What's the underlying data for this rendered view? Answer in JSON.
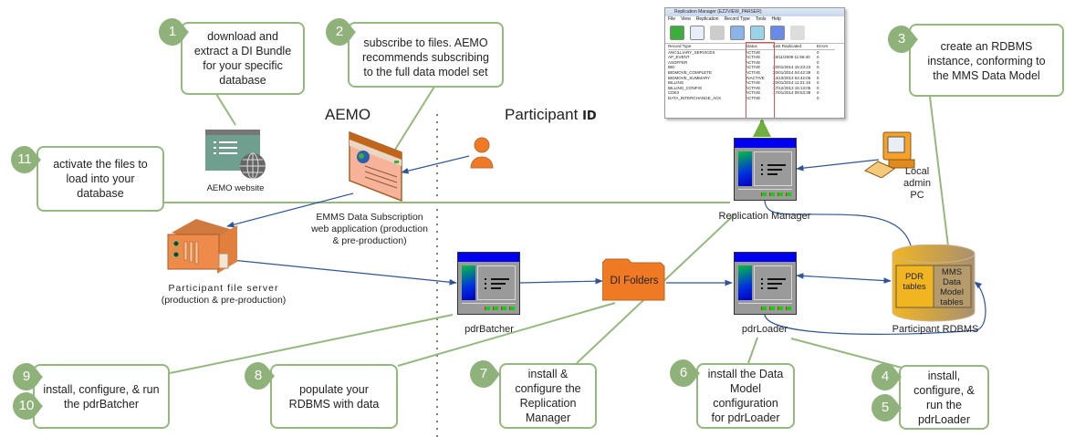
{
  "diagram": {
    "title": "AEMO Data Interchange setup overview",
    "zones": {
      "left": "AEMO",
      "right_prefix": "Participant",
      "right_suffix": "ID"
    },
    "colors": {
      "callout_border": "#95b87e",
      "badge": "#8fb17a",
      "connector_blue": "#2f5597",
      "connector_green": "#95b87e",
      "folder_orange": "#f07a24",
      "app_titlebar": "#0000f0"
    },
    "callouts": [
      {
        "id": "1",
        "badges": [
          "1"
        ],
        "text": "download and extract a DI Bundle for your specific database"
      },
      {
        "id": "2",
        "badges": [
          "2"
        ],
        "text": "subscribe to files. AEMO recommends subscribing to the full data model set"
      },
      {
        "id": "3",
        "badges": [
          "3"
        ],
        "text": "create an RDBMS instance, conforming to the MMS Data Model"
      },
      {
        "id": "4",
        "badges": [
          "4",
          "5"
        ],
        "text": "install, configure, & run the pdrLoader"
      },
      {
        "id": "6",
        "badges": [
          "6"
        ],
        "text": "install the Data Model configuration for pdrLoader"
      },
      {
        "id": "7",
        "badges": [
          "7"
        ],
        "text": "install & configure the Replication Manager"
      },
      {
        "id": "8",
        "badges": [
          "8"
        ],
        "text": "populate your RDBMS with data"
      },
      {
        "id": "9",
        "badges": [
          "9",
          "10"
        ],
        "text": "install, configure, & run the pdrBatcher"
      },
      {
        "id": "11",
        "badges": [
          "11"
        ],
        "text": "activate the files to load into your database"
      }
    ],
    "nodes": {
      "aemo_website": "AEMO website",
      "emms_webapp": "EMMS Data Subscription web application (production & pre-production)",
      "file_server_name": "Participant file server",
      "file_server_env": "(production & pre-production)",
      "pdr_batcher": "pdrBatcher",
      "di_folders": "DI Folders",
      "replication_manager": "Replication Manager",
      "pdr_loader": "pdrLoader",
      "local_admin_pc": "Local admin PC",
      "rdbms": "Participant RDBMS",
      "rdbms_pdr_tables": "PDR tables",
      "rdbms_mms_tables": "MMS Data Model tables"
    },
    "screenshot": {
      "window_title": "Replication Manager (EZ2VIEW_PARSER)",
      "menu": [
        "File",
        "View",
        "Replication",
        "Record Type",
        "Tools",
        "Help"
      ],
      "columns": [
        "Record Type",
        "Status",
        "Last Replicated",
        "Errors"
      ],
      "rows": [
        [
          "ANCILLIARY_SERVICES",
          "ACTIVE",
          "",
          "0"
        ],
        [
          "AP_EVENT",
          "ACTIVE",
          "18/11/2009 11:56:40",
          "0"
        ],
        [
          "ASOFFER",
          "ACTIVE",
          "",
          "0"
        ],
        [
          "BID",
          "ACTIVE",
          "20/01/2014 15:23:23",
          "0"
        ],
        [
          "BIDMOVE_COMPLETE",
          "ACTIVE",
          "20/01/2014 04:42:39",
          "0"
        ],
        [
          "BIDMOVE_SUMMARY",
          "INACTIVE",
          "14/10/2013 04:42:06",
          "0"
        ],
        [
          "BILLING",
          "ACTIVE",
          "20/01/2014 11:21:19",
          "0"
        ],
        [
          "BILLING_CONFIG",
          "ACTIVE",
          "17/12/2013 15:13:05",
          "0"
        ],
        [
          "CDEII",
          "ACTIVE",
          "17/01/2014 09:53:39",
          "0"
        ],
        [
          "DATA_INTERCHANGE_ACK",
          "ACTIVE",
          "",
          "0"
        ]
      ]
    }
  }
}
